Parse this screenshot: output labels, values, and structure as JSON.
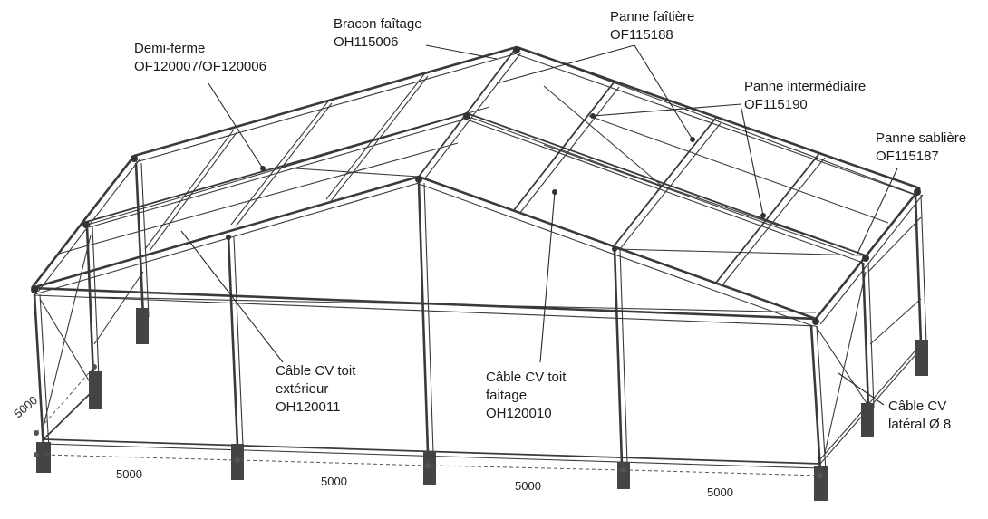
{
  "labels": {
    "demi_ferme_name": "Demi-ferme",
    "demi_ferme_code": "OF120007/OF120006",
    "bracon_name": "Bracon faîtage",
    "bracon_code": "OH115006",
    "panne_faitiere_name": "Panne faîtière",
    "panne_faitiere_code": "OF115188",
    "panne_intermediaire_name": "Panne intermédiaire",
    "panne_intermediaire_code": "OF115190",
    "panne_sabliere_name": "Panne  sablière",
    "panne_sabliere_code": "OF115187",
    "cable_exterieur_l1": "Câble CV toit",
    "cable_exterieur_l2": "extérieur",
    "cable_exterieur_code": "OH120011",
    "cable_faitage_l1": "Câble CV toit",
    "cable_faitage_l2": "faitage",
    "cable_faitage_code": "OH120010",
    "cable_lateral_l1": "Câble CV",
    "cable_lateral_l2": "latéral Ø 8"
  },
  "dimensions": {
    "side": "5000",
    "bay1": "5000",
    "bay2": "5000",
    "bay3": "5000",
    "bay4": "5000"
  }
}
